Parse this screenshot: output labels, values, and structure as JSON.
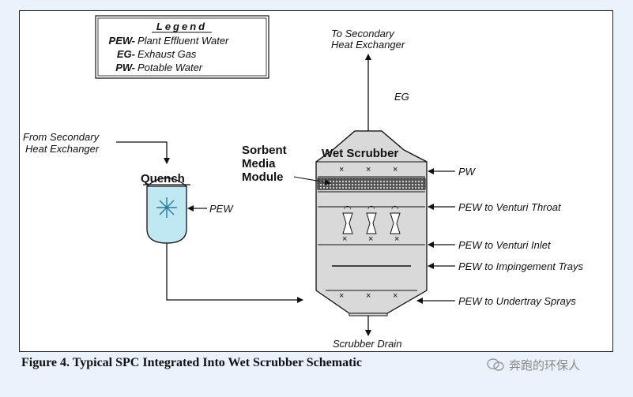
{
  "legend": {
    "title": "Legend",
    "items": [
      {
        "key": "PEW-",
        "value": "Plant Effluent Water"
      },
      {
        "key": "EG-",
        "value": "Exhaust Gas"
      },
      {
        "key": "PW-",
        "value": "Potable Water"
      }
    ]
  },
  "labels": {
    "from_secondary_1": "From Secondary",
    "from_secondary_2": "Heat Exchanger",
    "to_secondary_1": "To Secondary",
    "to_secondary_2": "Heat Exchanger",
    "eg": "EG",
    "quench": "Quench",
    "quench_pew": "PEW",
    "sorbent_1": "Sorbent",
    "sorbent_2": "Media",
    "sorbent_3": "Module",
    "wet_scrubber": "Wet Scrubber",
    "scrubber_drain": "Scrubber Drain"
  },
  "inlets": [
    "PW",
    "PEW to Venturi Throat",
    "PEW to Venturi Inlet",
    "PEW to Impingement Trays",
    "PEW to Undertray Sprays"
  ],
  "caption": "Figure 4. Typical SPC Integrated Into Wet Scrubber Schematic",
  "watermark": "奔跑的环保人",
  "colors": {
    "quench_fill": "#bfe8f3",
    "scrubber_fill": "#d9d9d9",
    "background": "#e9f1fa"
  }
}
